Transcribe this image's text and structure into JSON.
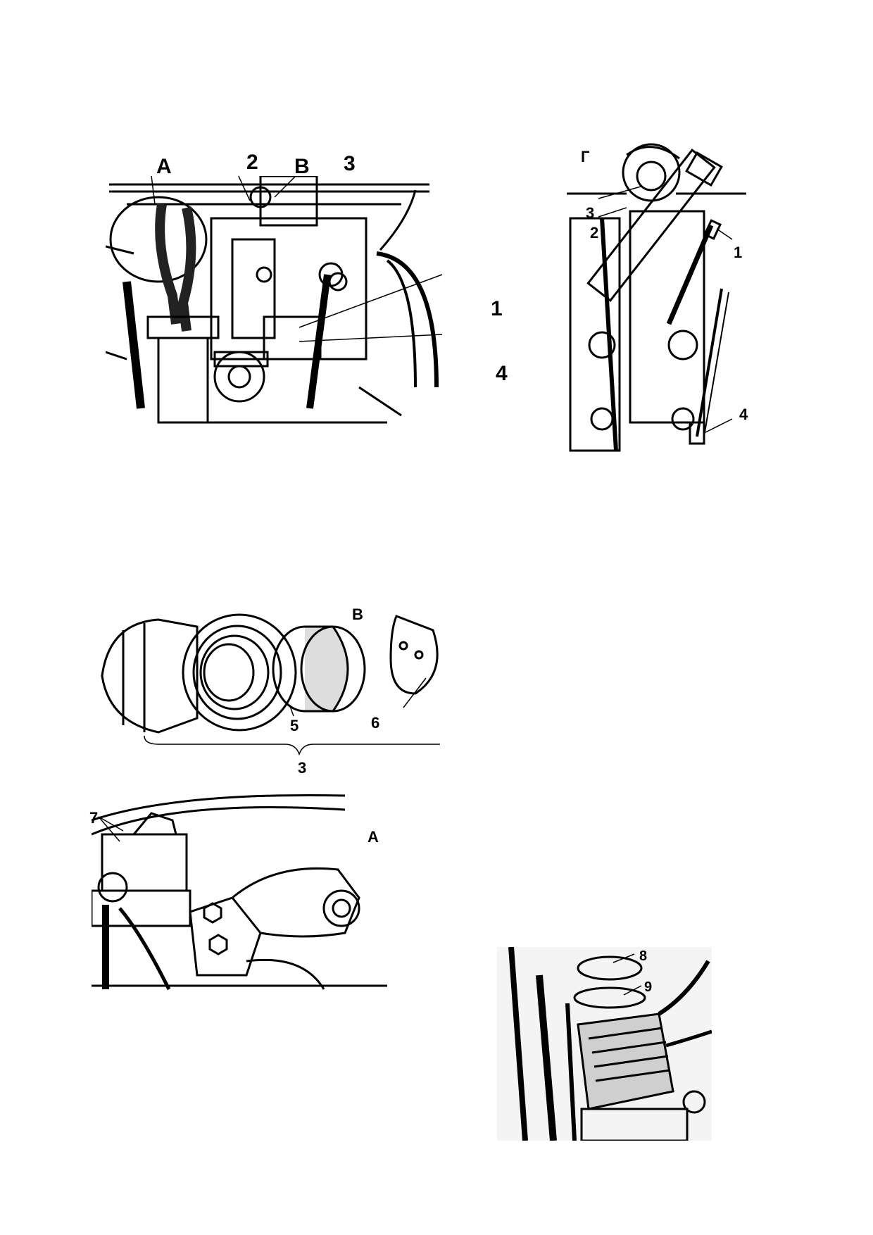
{
  "fig_main": {
    "labels": {
      "a": "А",
      "two": "2",
      "v": "В",
      "three": "3",
      "one": "1",
      "four": "4"
    }
  },
  "fig_g": {
    "labels": {
      "g": "Г",
      "three": "3",
      "two": "2",
      "one": "1",
      "four": "4"
    }
  },
  "fig_v": {
    "labels": {
      "v": "В",
      "five": "5",
      "six": "6",
      "three": "3"
    }
  },
  "fig_a": {
    "labels": {
      "seven": "7",
      "a": "А"
    }
  },
  "fig_photo": {
    "labels": {
      "eight": "8",
      "nine": "9"
    }
  }
}
